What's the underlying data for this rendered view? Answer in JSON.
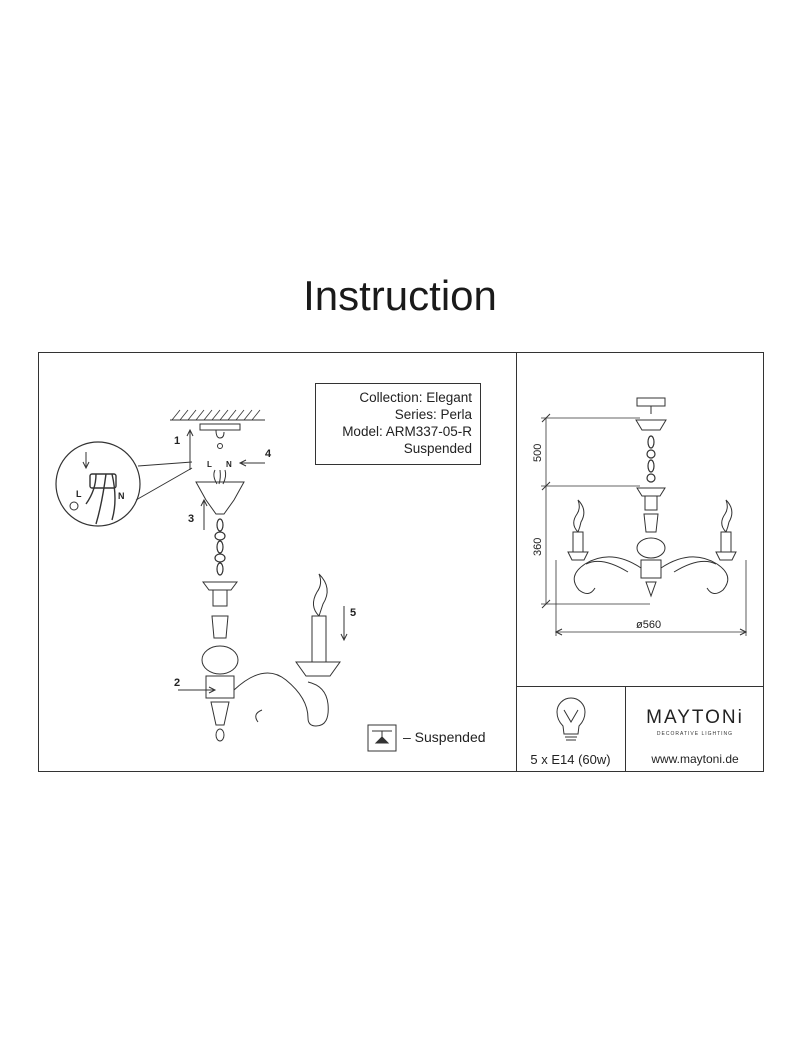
{
  "title": "Instruction",
  "info": {
    "collection": "Collection: Elegant",
    "series": "Series: Perla",
    "model": "Model: ARM337-05-R",
    "type": "Suspended"
  },
  "legend": {
    "suspended": "– Suspended"
  },
  "steps": [
    "1",
    "2",
    "3",
    "4",
    "5"
  ],
  "wiring": {
    "live": "L",
    "neutral": "N"
  },
  "dimensions": {
    "height_top": "500",
    "height_body": "360",
    "diameter": "ø560"
  },
  "bulb": {
    "spec": "5 x E14 (60w)"
  },
  "brand": {
    "name": "MAYTONi",
    "tagline": "DECORATIVE LIGHTING",
    "url": "www.maytoni.de"
  },
  "icons": [
    "bulb-icon",
    "suspended-icon",
    "ceiling-hook-icon"
  ]
}
